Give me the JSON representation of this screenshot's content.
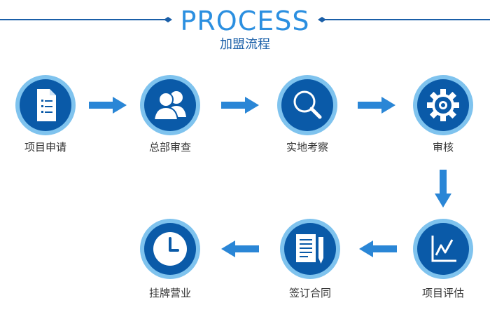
{
  "header": {
    "title_en": "PROCESS",
    "title_cn": "加盟流程"
  },
  "steps": [
    {
      "label": "项目申请",
      "icon": "document-list-icon"
    },
    {
      "label": "总部审查",
      "icon": "users-icon"
    },
    {
      "label": "实地考察",
      "icon": "magnifier-icon"
    },
    {
      "label": "审核",
      "icon": "gear-icon"
    },
    {
      "label": "项目评估",
      "icon": "chart-icon"
    },
    {
      "label": "签订合同",
      "icon": "document-pen-icon"
    },
    {
      "label": "挂牌营业",
      "icon": "clock-icon"
    }
  ],
  "colors": {
    "circle_dark": "#0a5aa8",
    "circle_ring": "#7fc3ee",
    "arrow": "#2a86d6",
    "title_blue": "#2b8fe0",
    "line": "#1a5fa8"
  }
}
